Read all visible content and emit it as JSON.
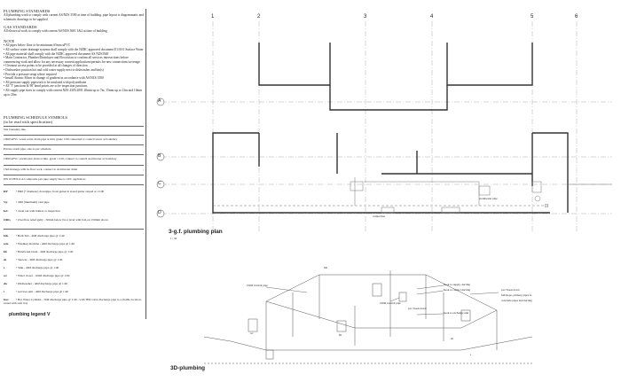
{
  "legend": {
    "plumbing_standards_title": "PLUMBING STANDARDS",
    "plumbing_standards_text": "All plumbing work to comply with current AS/NZS 3500 at time of building. pipe layout is diagrammatic and schematic drawings to be supplied",
    "gas_standards_title": "GAS STANDARDS",
    "gas_standards_text": "All electrical work to comply with current AS/NZS 3601 1&2 at time of building",
    "note_title": "NOTE",
    "notes": [
      "• All pipes below floor to be minimum 65mm uPVC",
      "• All surface water drainage systems shall comply with the NZBC approved document E1/AS1 Surface Water",
      "• All pipe material shall comply with the NZBC approved document AS NZS3500",
      "• Main Contractor, Plumber/Drainlayer and Electrician to confirm all services intersections before commencing work and allow for any necessary consent applications/permits for new connections/coverage",
      "• Cleanout access points to be provided at all changes of direction",
      "• Dishwasher position hot and cold water supply next to dishwasher and bin(s)",
      "• Provide a pressure setup where required",
      "• Install Atomic Mixer in change of gradient in accordance with AS/NZS 3500",
      "• All pressure supply pipework to be insulated with polyurethane",
      "• All 'T' junctions & 90' bend points are to be inspection junctions",
      "• All supply pipe sizes to comply with current NZS 4305:2001 20mm up to 7m, 15mm up to 12m and 10mm up to 20m"
    ],
    "schedule_title": "PLUMBING SCHEDULE SYMBOLS",
    "schedule_subtitle": "(to be read with specification)",
    "lines": [
      "Site boundary line",
      "100Ø uPVC waste water drain pipe at min. grade 1:60 connected to council sewer at boundary",
      "Private storm pipe, size as per schedule",
      "100Ø uPVC stormwater drain at min. grade 1:120, connect to council stormwater at boundary",
      "15Ø drainage with in-floor sock, connect to stormwater drain",
      "DN 16 PEX-b/Al composite pex pipe supply line to CPC appliances"
    ],
    "symbols": [
      {
        "key": "DP",
        "text": "• 80Ø (* diameter) downpipe, from gutter/at stated gutter sloped at 1:100"
      },
      {
        "key": "Vp",
        "text": "• 40Ø (minimum) vent pipe"
      },
      {
        "key": "IoC",
        "text": "• clean out with lidded, or inspection"
      },
      {
        "key": "ORG",
        "text": "• Overflow relief gully - 50mm below floor level with bolt-on 150mm above"
      }
    ],
    "fixtures": [
      {
        "key": "bth",
        "text": "• Bath Tub       - 40Ø  discharge pipe @ 1:40"
      },
      {
        "key": "wm",
        "text": "• Washing machine  - 40Ø  discharge pipe @ 1:40"
      },
      {
        "key": "hb",
        "text": "• Handwash basin  - 40Ø  discharge pipe @ 1:40"
      },
      {
        "key": "sh",
        "text": "• Shower         - 40Ø  discharge pipe @ 1:40"
      },
      {
        "key": "s",
        "text": "• Sink           - 40Ø  discharge pipe @ 1:40"
      },
      {
        "key": "wc",
        "text": "• Water closet    - 100Ø discharge pipe @ 1:60"
      },
      {
        "key": "dw",
        "text": "• Dishwasher      - 40Ø  discharge pipe @ 1:40"
      },
      {
        "key": "t",
        "text": "• services unit   - 40Ø  discharge pipe @ 1:40"
      },
      {
        "key": "hwc",
        "text": "• Hot Water Cylinder - 50Ø discharge pipe @ 1:40 - with TPR valve discharge pipe to a visible location, tested with safe tray"
      }
    ],
    "footer_label": "plumbing legend V"
  },
  "plan": {
    "title": "3-g.f. plumbing plan",
    "scale": "1 : 50",
    "grid_columns": [
      "1",
      "2",
      "3",
      "4",
      "5",
      "6"
    ],
    "grid_rows": [
      "A",
      "B",
      "C",
      "D"
    ],
    "plan_notes": [
      "stormwater pipe",
      "connection"
    ]
  },
  "iso": {
    "title": "3D-plumbing",
    "annotations": [
      "100Ø vertical pipe",
      "100Ø vertical pipe",
      "hook to supply, ducting",
      "hook to contact ducting",
      "pvc/ hook down",
      "hook to exchange unit",
      "pvc/ hook down",
      "fall/slope, primary pipes to",
      "conclude pipes and ducting",
      "wc",
      "bth",
      "hb",
      "sh",
      "s"
    ]
  }
}
